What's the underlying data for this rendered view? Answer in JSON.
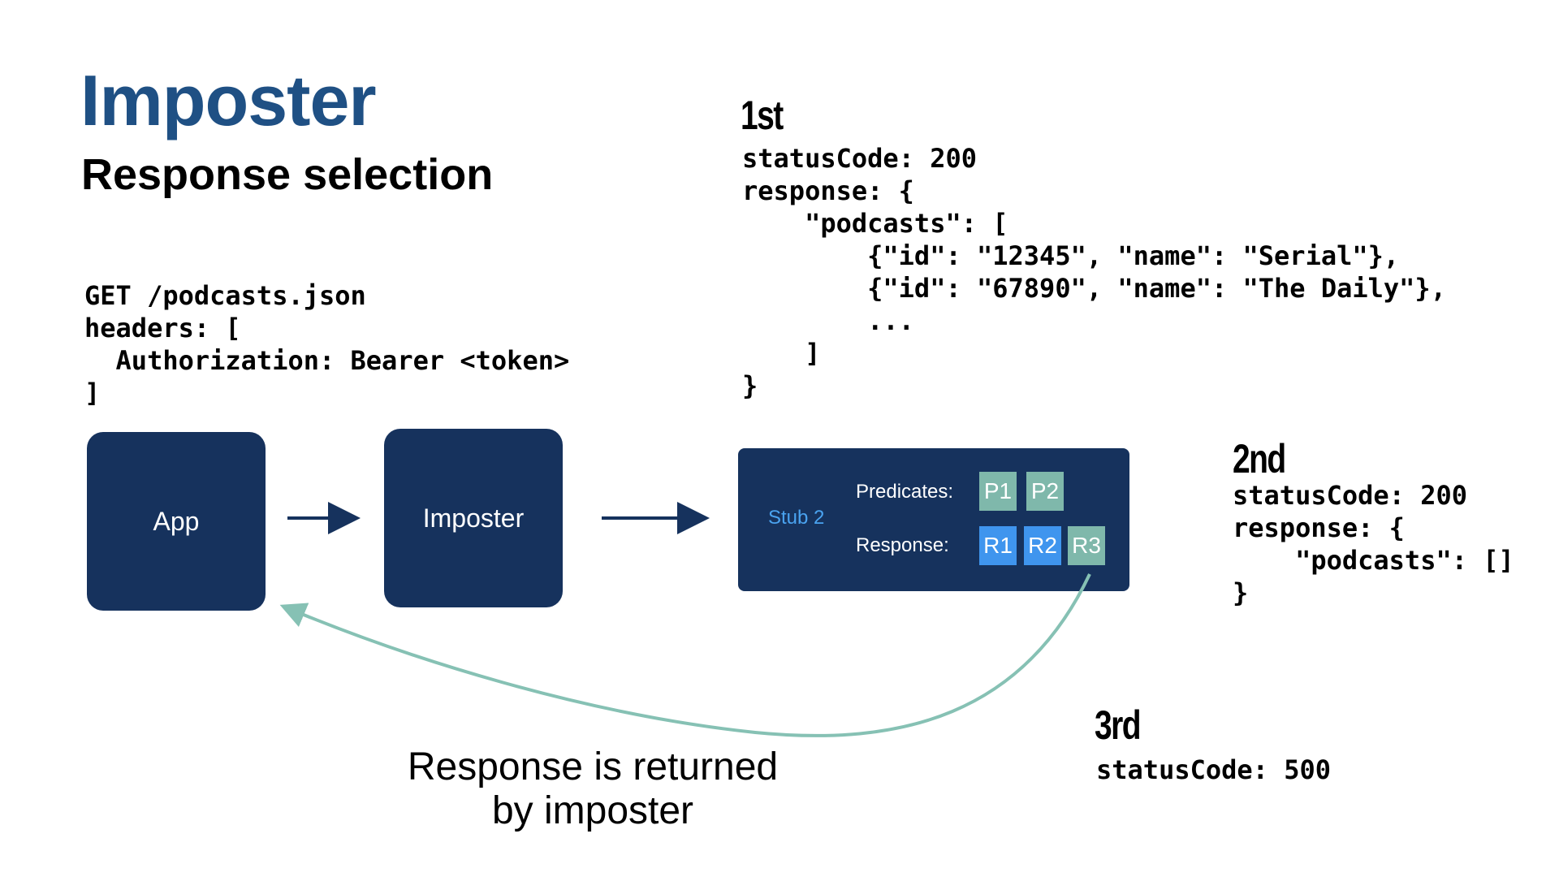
{
  "header": {
    "title": "Imposter",
    "subtitle": "Response selection"
  },
  "request": {
    "lines": [
      "GET /podcasts.json",
      "headers: [",
      "  Authorization: Bearer <token>",
      "]"
    ]
  },
  "boxes": {
    "app": "App",
    "imposter": "Imposter"
  },
  "stub": {
    "name": "Stub 2",
    "predicates_label": "Predicates:",
    "predicates": [
      "P1",
      "P2"
    ],
    "response_label": "Response:",
    "responses": [
      "R1",
      "R2",
      "R3"
    ]
  },
  "responses": {
    "first": {
      "label": "1st",
      "lines": [
        "statusCode: 200",
        "response: {",
        "    \"podcasts\": [",
        "        {\"id\": \"12345\", \"name\": \"Serial\"},",
        "        {\"id\": \"67890\", \"name\": \"The Daily\"},",
        "        ...",
        "    ]",
        "}"
      ]
    },
    "second": {
      "label": "2nd",
      "lines": [
        "statusCode: 200",
        "response: {",
        "    \"podcasts\": []",
        "}"
      ]
    },
    "third": {
      "label": "3rd",
      "lines": [
        "statusCode: 500"
      ]
    }
  },
  "caption": {
    "line1": "Response is returned",
    "line2": "by imposter"
  },
  "colors": {
    "title": "#1f5084",
    "box": "#16325d",
    "stub_label": "#4aa3f0",
    "chip_green": "#7fb8ab",
    "chip_blue": "#3f95ee",
    "return_arrow": "#86c1b4",
    "flow_arrow": "#16325d"
  }
}
